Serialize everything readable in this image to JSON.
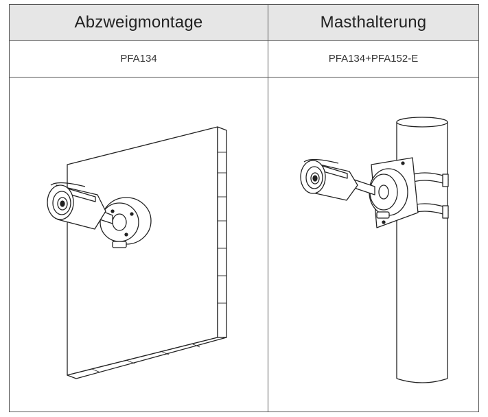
{
  "table": {
    "headers": [
      "Abzweigmontage",
      "Masthalterung"
    ],
    "models": [
      "PFA134",
      "PFA134+PFA152-E"
    ],
    "illustrations": [
      {
        "icon": "wall-mount-camera-illustration"
      },
      {
        "icon": "pole-mount-camera-illustration"
      }
    ]
  }
}
